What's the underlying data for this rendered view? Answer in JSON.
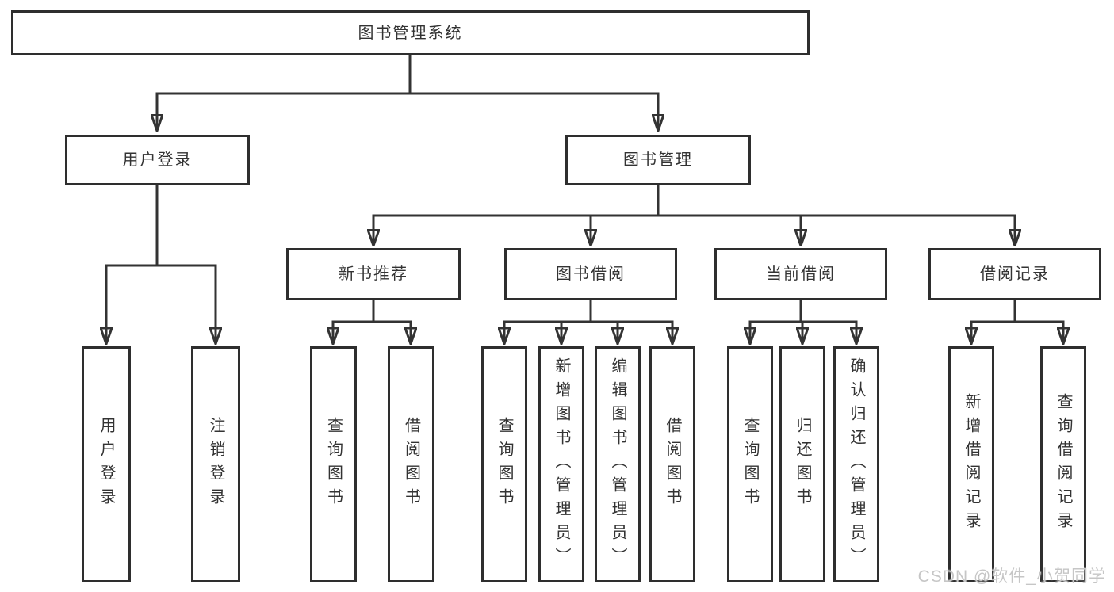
{
  "diagram_title": "图书管理系统",
  "tree": {
    "label": "图书管理系统",
    "children": [
      {
        "label": "用户登录",
        "children": [
          {
            "label": "用户登录"
          },
          {
            "label": "注销登录"
          }
        ]
      },
      {
        "label": "图书管理",
        "children": [
          {
            "label": "新书推荐",
            "children": [
              {
                "label": "查询图书"
              },
              {
                "label": "借阅图书"
              }
            ]
          },
          {
            "label": "图书借阅",
            "children": [
              {
                "label": "查询图书"
              },
              {
                "label": "新增图书（管理员）"
              },
              {
                "label": "编辑图书（管理员）"
              },
              {
                "label": "借阅图书"
              }
            ]
          },
          {
            "label": "当前借阅",
            "children": [
              {
                "label": "查询图书"
              },
              {
                "label": "归还图书"
              },
              {
                "label": "确认归还（管理员）"
              }
            ]
          },
          {
            "label": "借阅记录",
            "children": [
              {
                "label": "新增借阅记录"
              },
              {
                "label": "查询借阅记录"
              }
            ]
          }
        ]
      }
    ]
  },
  "watermark": {
    "text": "CSDN @软件_小贺同学"
  },
  "colors": {
    "line": "#333333",
    "box_border": "#2e2e2e",
    "text": "#333333",
    "watermark": "#c6c6c6",
    "background": "#ffffff"
  }
}
